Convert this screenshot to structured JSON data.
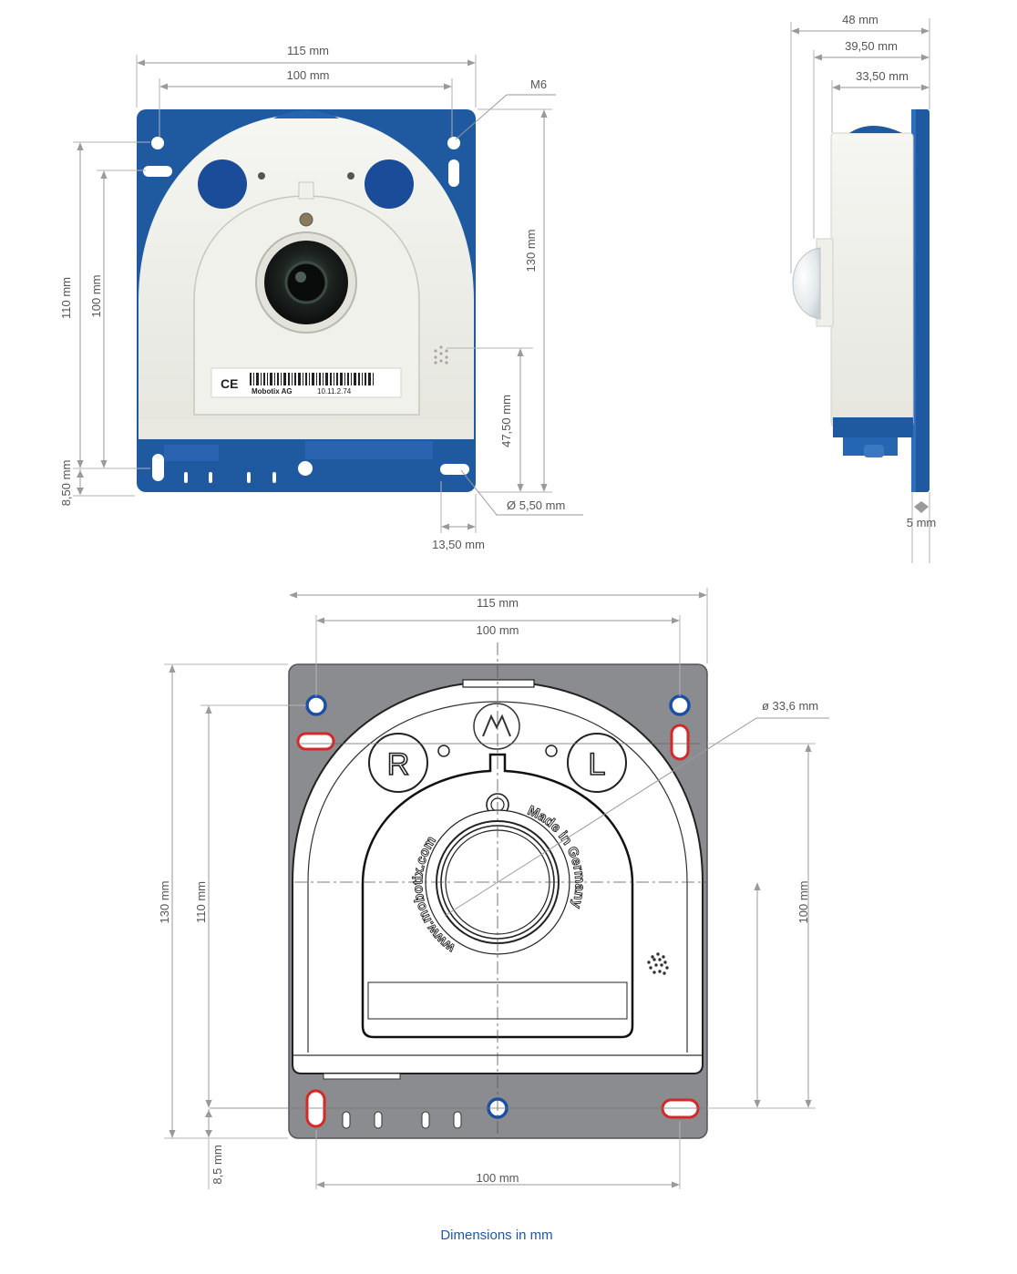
{
  "front_view": {
    "width_overall": "115 mm",
    "width_holes": "100 mm",
    "thread": "M6",
    "height_overall": "130 mm",
    "height_110": "110 mm",
    "height_100": "100 mm",
    "bottom_offset": "8,50 mm",
    "mic_height": "47,50 mm",
    "hole_diameter": "Ø 5,50 mm",
    "hole_offset": "13,50 mm",
    "label_maker": "Mobotix AG",
    "label_code": "10.11.2.74",
    "label_ce": "CE"
  },
  "side_view": {
    "depth_overall": "48 mm",
    "depth_39": "39,50 mm",
    "depth_33": "33,50 mm",
    "plate": "5 mm"
  },
  "technical_view": {
    "width_overall": "115 mm",
    "width_holes": "100 mm",
    "lens_diameter": "ø 33,6 mm",
    "height_overall": "130 mm",
    "height_110": "110 mm",
    "height_right": "100 mm",
    "bottom_offset": "8,5 mm",
    "bottom_width": "100 mm",
    "button_r": "R",
    "button_l": "L",
    "ring_text_left": "www.mobotix.com",
    "ring_text_right": "Made in Germany"
  },
  "caption": "Dimensions in mm",
  "colors": {
    "blue_plate": "#1f5aa0",
    "housing": "#efefe9",
    "gray_plate": "#8a8c90",
    "hole_blue": "#1a4fa3",
    "hole_red": "#d62828",
    "caption": "#1f57a5"
  }
}
